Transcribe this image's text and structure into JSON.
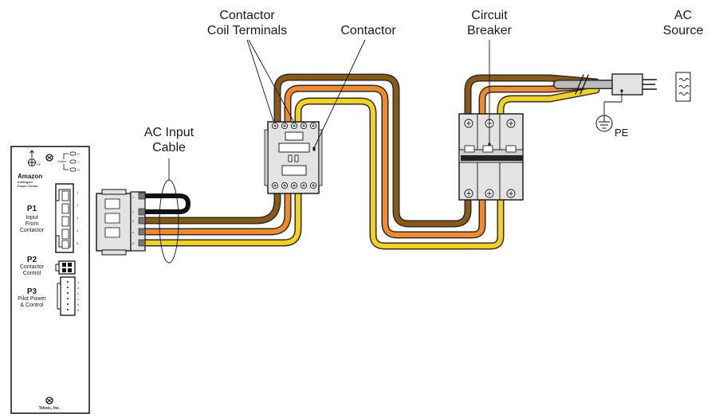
{
  "labels": {
    "contactor_coil_terminals": [
      "Contactor",
      "Coil Terminals"
    ],
    "contactor": "Contactor",
    "circuit_breaker": [
      "Circuit",
      "Breaker"
    ],
    "ac_source": [
      "AC",
      "Source"
    ],
    "ac_input_cable": [
      "AC Input",
      "Cable"
    ],
    "pe": "PE"
  },
  "device": {
    "brand": "Amazon",
    "subtitle": [
      "Intelligent",
      "Power Center"
    ],
    "pe_mark": "PE",
    "status_label": "Status",
    "status_leds": [
      "P",
      "Y",
      "G"
    ],
    "p1_title": "P1",
    "p1_desc": [
      "Input",
      "From",
      "Contactor"
    ],
    "p1_pins": [
      "1",
      "2",
      "3",
      "4",
      "5"
    ],
    "p2_title": "P2",
    "p2_desc": [
      "Contactor",
      "Control"
    ],
    "p3_title": "P3",
    "p3_desc": [
      "Pilot Power",
      "& Control"
    ],
    "p3_pins": [
      "1",
      "2",
      "3",
      "4",
      "5",
      "6"
    ],
    "maker": "Teknic, Inc."
  },
  "plug": {
    "pins": [
      "1",
      "2",
      "3",
      "4",
      "5"
    ]
  },
  "colors": {
    "brown": "#8a5a14",
    "orange": "#f08a2c",
    "yellow": "#f5d21a",
    "gray": "#aaaaaa",
    "green_wire": "#d9d9d9",
    "component_fill": "#e3e3e3"
  }
}
